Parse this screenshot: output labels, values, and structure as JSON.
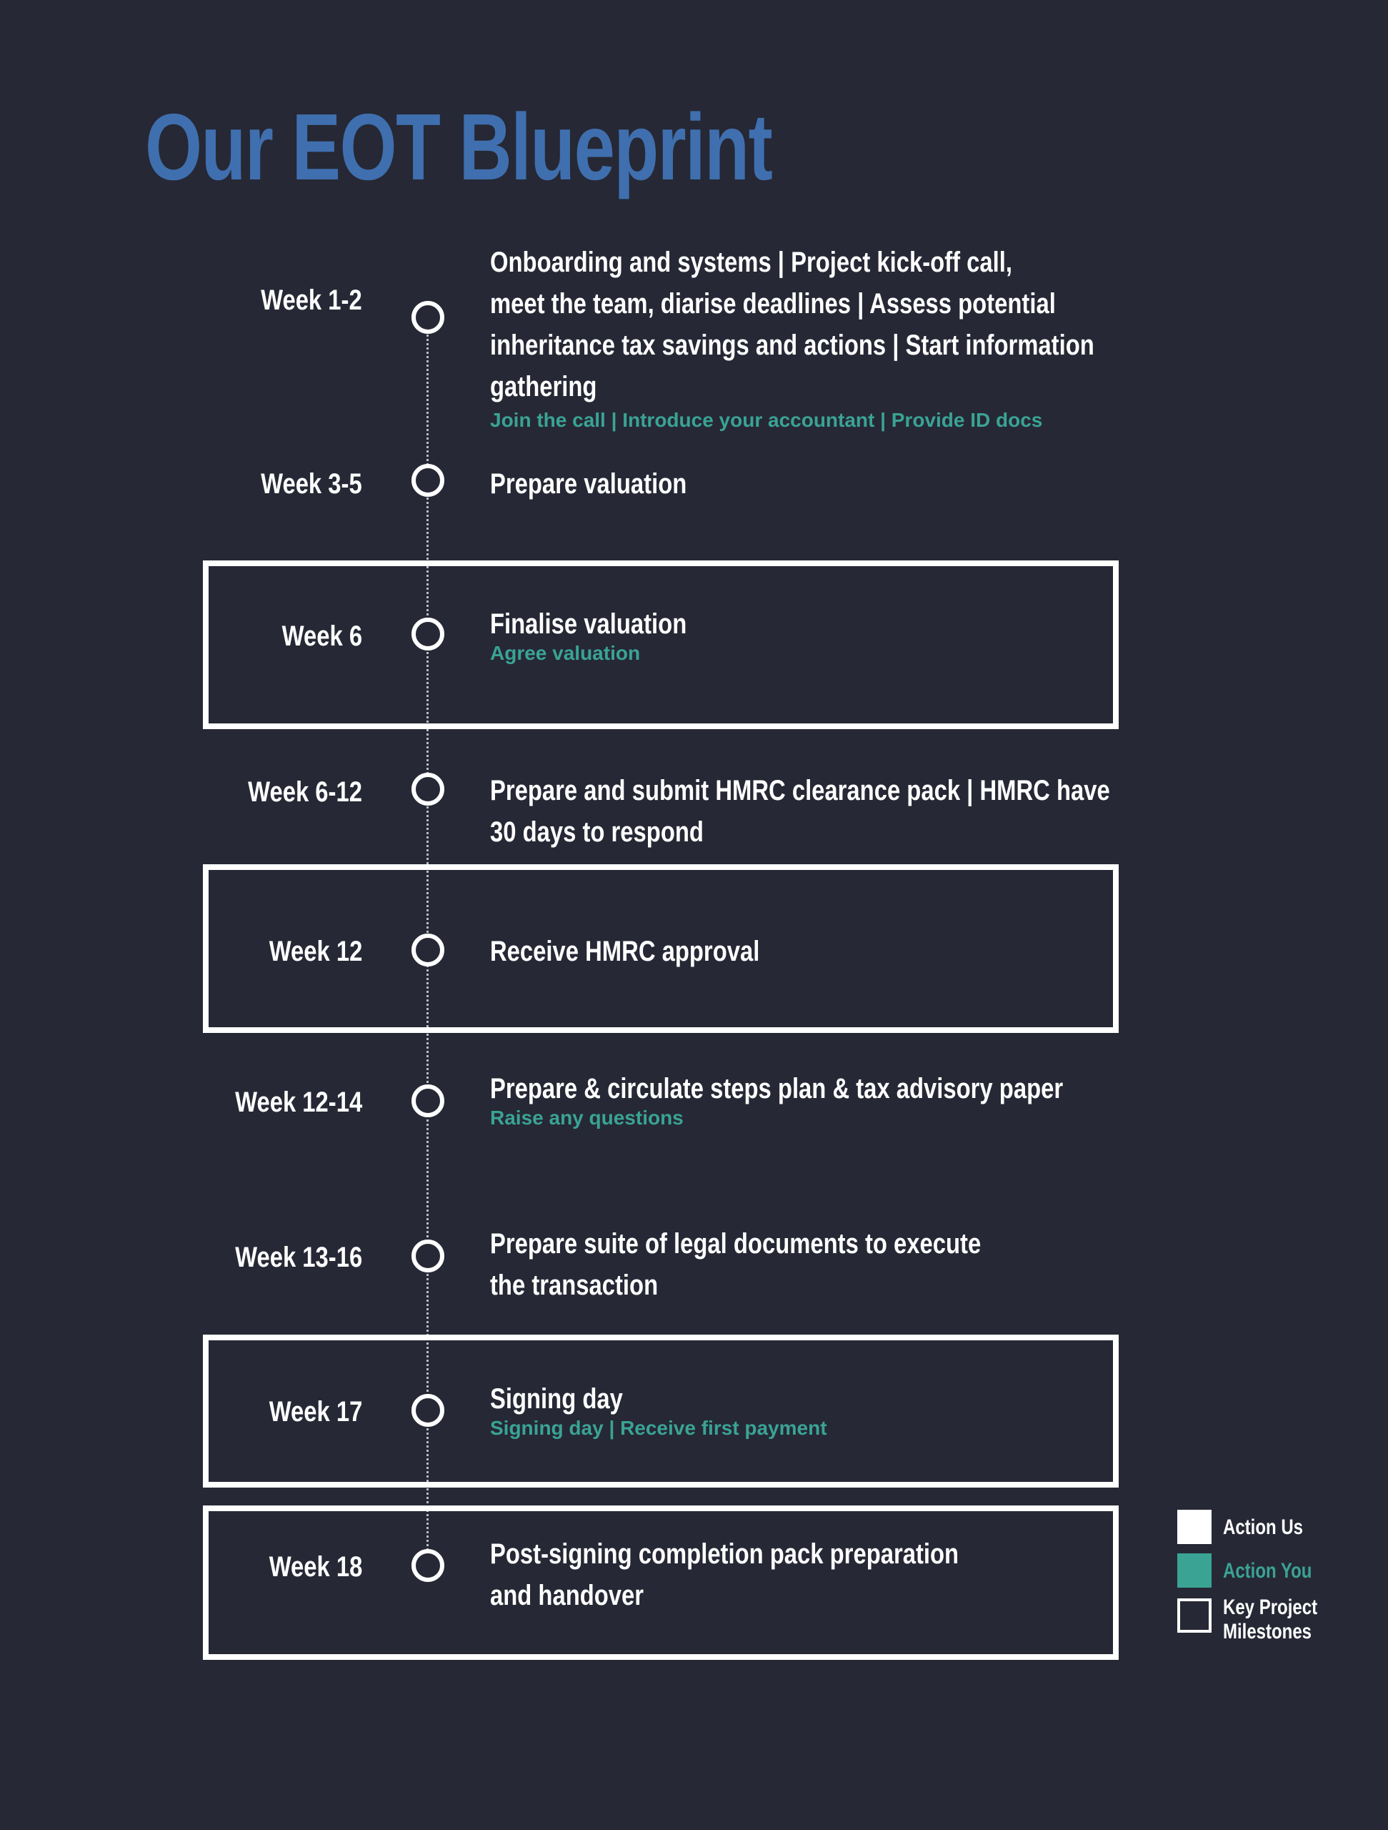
{
  "title": "Our EOT Blueprint",
  "colors": {
    "background": "#262835",
    "title": "#3f6fae",
    "action_us": "#ffffff",
    "action_you": "#3aa394",
    "milestone_border": "#ffffff"
  },
  "steps": [
    {
      "week": "Week 1-2",
      "main": "Onboarding and systems | Project kick-off call,\nmeet the team, diarise deadlines | Assess potential\ninheritance tax savings and actions | Start information\ngathering",
      "sub": "Join the call | Introduce your accountant | Provide ID docs",
      "milestone": false
    },
    {
      "week": "Week 3-5",
      "main": "Prepare valuation",
      "sub": "",
      "milestone": false
    },
    {
      "week": "Week 6",
      "main": "Finalise valuation",
      "sub": "Agree valuation",
      "milestone": true
    },
    {
      "week": "Week 6-12",
      "main": "Prepare and submit HMRC clearance pack | HMRC have\n30 days to respond",
      "sub": "",
      "milestone": false
    },
    {
      "week": "Week 12",
      "main": "Receive HMRC approval",
      "sub": "",
      "milestone": true
    },
    {
      "week": "Week 12-14",
      "main": "Prepare & circulate steps plan & tax advisory paper",
      "sub": "Raise any questions",
      "milestone": false
    },
    {
      "week": "Week 13-16",
      "main": "Prepare suite of legal documents to execute\nthe transaction",
      "sub": "",
      "milestone": false
    },
    {
      "week": "Week 17",
      "main": "Signing day",
      "sub": "Signing day | Receive first payment",
      "milestone": true
    },
    {
      "week": "Week 18",
      "main": "Post-signing completion pack preparation\nand handover",
      "sub": "",
      "milestone": true
    }
  ],
  "legend": [
    {
      "label": "Action Us",
      "swatch": "filled-white"
    },
    {
      "label": "Action You",
      "swatch": "filled-teal"
    },
    {
      "label": "Key Project\nMilestones",
      "swatch": "outline-white"
    }
  ]
}
